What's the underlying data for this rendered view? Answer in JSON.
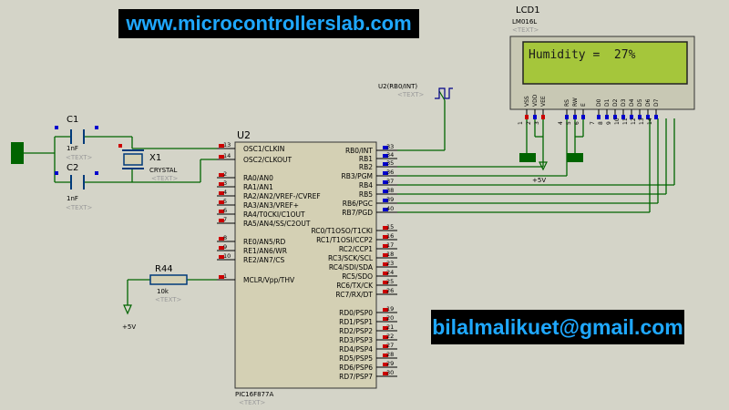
{
  "banner_top": "www.microcontrollerslab.com",
  "banner_bottom": "bilalmalikuet@gmail.com",
  "text_tag": "<TEXT>",
  "mcu": {
    "ref": "U2",
    "part": "PIC16F877A",
    "left_pins": [
      {
        "num": "13",
        "name": "OSC1/CLKIN"
      },
      {
        "num": "14",
        "name": "OSC2/CLKOUT"
      },
      {
        "num": "2",
        "name": "RA0/AN0"
      },
      {
        "num": "3",
        "name": "RA1/AN1"
      },
      {
        "num": "4",
        "name": "RA2/AN2/VREF-/CVREF"
      },
      {
        "num": "5",
        "name": "RA3/AN3/VREF+"
      },
      {
        "num": "6",
        "name": "RA4/T0CKI/C1OUT"
      },
      {
        "num": "7",
        "name": "RA5/AN4/SS/C2OUT"
      },
      {
        "num": "8",
        "name": "RE0/AN5/RD"
      },
      {
        "num": "9",
        "name": "RE1/AN6/WR"
      },
      {
        "num": "10",
        "name": "RE2/AN7/CS"
      },
      {
        "num": "1",
        "name": "MCLR/Vpp/THV"
      }
    ],
    "right_pins": [
      {
        "num": "33",
        "name": "RB0/INT"
      },
      {
        "num": "34",
        "name": "RB1"
      },
      {
        "num": "35",
        "name": "RB2"
      },
      {
        "num": "36",
        "name": "RB3/PGM"
      },
      {
        "num": "37",
        "name": "RB4"
      },
      {
        "num": "38",
        "name": "RB5"
      },
      {
        "num": "39",
        "name": "RB6/PGC"
      },
      {
        "num": "40",
        "name": "RB7/PGD"
      },
      {
        "num": "15",
        "name": "RC0/T1OSO/T1CKI"
      },
      {
        "num": "16",
        "name": "RC1/T1OSI/CCP2"
      },
      {
        "num": "17",
        "name": "RC2/CCP1"
      },
      {
        "num": "18",
        "name": "RC3/SCK/SCL"
      },
      {
        "num": "23",
        "name": "RC4/SDI/SDA"
      },
      {
        "num": "24",
        "name": "RC5/SDO"
      },
      {
        "num": "25",
        "name": "RC6/TX/CK"
      },
      {
        "num": "26",
        "name": "RC7/RX/DT"
      },
      {
        "num": "19",
        "name": "RD0/PSP0"
      },
      {
        "num": "20",
        "name": "RD1/PSP1"
      },
      {
        "num": "21",
        "name": "RD2/PSP2"
      },
      {
        "num": "22",
        "name": "RD3/PSP3"
      },
      {
        "num": "27",
        "name": "RD4/PSP4"
      },
      {
        "num": "28",
        "name": "RD5/PSP5"
      },
      {
        "num": "29",
        "name": "RD6/PSP6"
      },
      {
        "num": "30",
        "name": "RD7/PSP7"
      }
    ]
  },
  "lcd": {
    "ref": "LCD1",
    "part": "LM016L",
    "display_text": "Humidity =  27%",
    "pins": [
      "VSS",
      "VDD",
      "VEE",
      "RS",
      "RW",
      "E",
      "D0",
      "D1",
      "D2",
      "D3",
      "D4",
      "D5",
      "D6",
      "D7"
    ],
    "pin_nums": [
      "1",
      "2",
      "3",
      "4",
      "5",
      "6",
      "7",
      "8",
      "9",
      "10",
      "11",
      "12",
      "13",
      "14"
    ]
  },
  "c1": {
    "ref": "C1",
    "value": "1nF"
  },
  "c2": {
    "ref": "C2",
    "value": "1nF"
  },
  "x1": {
    "ref": "X1",
    "value": "CRYSTAL"
  },
  "r44": {
    "ref": "R44",
    "value": "10k"
  },
  "u2_gen": {
    "label": "U2(RB0/INT)"
  },
  "power_plus5v": "+5V",
  "colors": {
    "background": "#d4d4c8",
    "wire": "#006400",
    "chip_body": "#d4d0b4",
    "lcd_screen": "#a5c63b",
    "pin_red": "#cc0000",
    "pin_blue": "#0000cc",
    "banner_text": "#1fa8ff"
  }
}
